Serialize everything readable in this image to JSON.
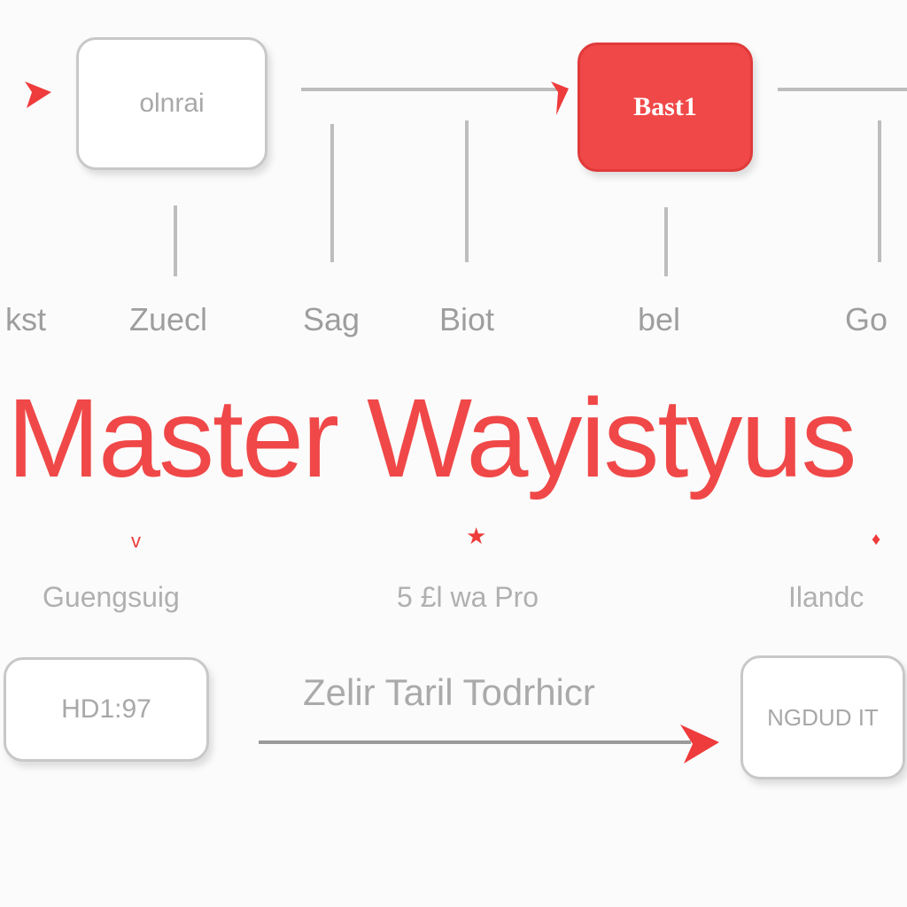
{
  "colors": {
    "accent": "#f04848",
    "box_border": "#c8c8c8",
    "text": "#9e9e9e"
  },
  "top_boxes": [
    {
      "label": "olnrai"
    },
    {
      "label": "Bast1"
    }
  ],
  "column_labels": [
    "kst",
    "Zuecl",
    "Sag",
    "Biot",
    "bel",
    "Go"
  ],
  "title": "Master Wayistyus",
  "markers": [
    "v",
    "★",
    "♦"
  ],
  "sub_labels": [
    "Guengsuig",
    "5 £l wa Pro",
    "Ilandc"
  ],
  "bottom_boxes": [
    {
      "label": "HD1:97"
    },
    {
      "label": "NGDUD IT"
    }
  ],
  "bottom_caption": "Zelir Taril Todrhicr"
}
